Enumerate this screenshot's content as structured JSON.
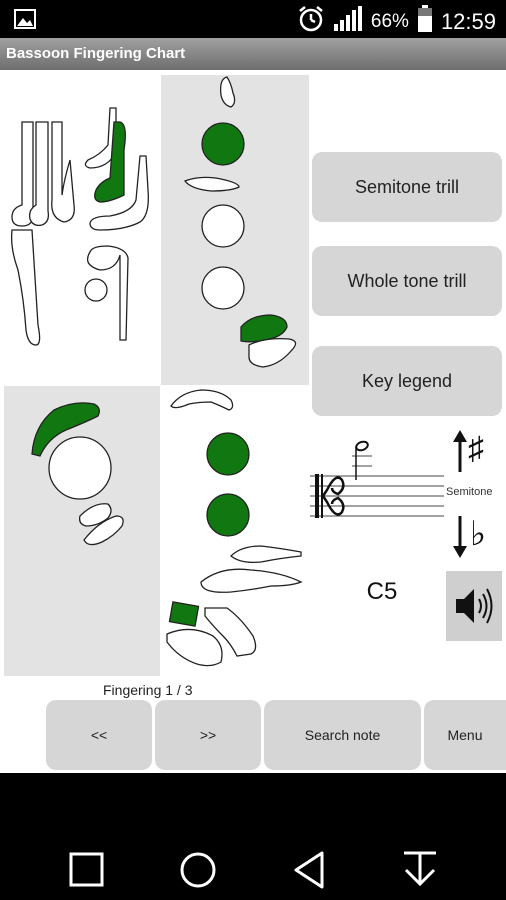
{
  "status": {
    "battery": "66%",
    "time": "12:59",
    "icons": [
      "image-icon",
      "alarm-icon",
      "signal-icon",
      "battery-icon"
    ]
  },
  "app": {
    "title": "Bassoon Fingering Chart"
  },
  "buttons": {
    "semitone_trill": "Semitone trill",
    "whole_tone_trill": "Whole tone trill",
    "key_legend": "Key legend",
    "prev": "<<",
    "next": ">>",
    "search_note": "Search note",
    "menu": "Menu"
  },
  "staff": {
    "sharp": "♯",
    "flat": "♭",
    "semitone_label": "Semitone",
    "note": "C5"
  },
  "fingering": {
    "label": "Fingering 1 / 3"
  },
  "colors": {
    "pressed_key": "#117711",
    "panel_gray": "#e3e3e3",
    "button_gray": "#d6d6d6"
  },
  "navbar": {
    "icons": [
      "square-recents-icon",
      "circle-home-icon",
      "triangle-back-icon",
      "download-arrow-icon"
    ]
  }
}
